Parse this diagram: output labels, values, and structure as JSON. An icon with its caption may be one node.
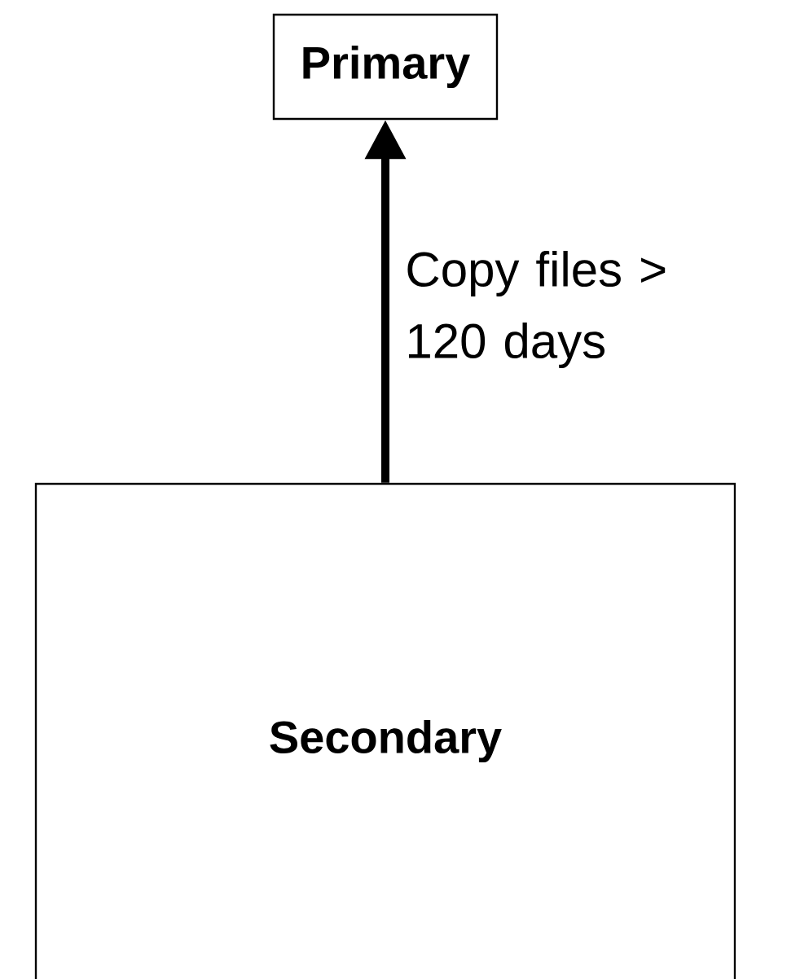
{
  "diagram": {
    "nodes": [
      {
        "text": [
          "Primary"
        ]
      },
      {
        "text": [
          "Secondary"
        ]
      }
    ],
    "edges": [
      {
        "from": 1,
        "to": 0,
        "arrow": "to",
        "label": "Copy files > 120 days"
      }
    ]
  }
}
